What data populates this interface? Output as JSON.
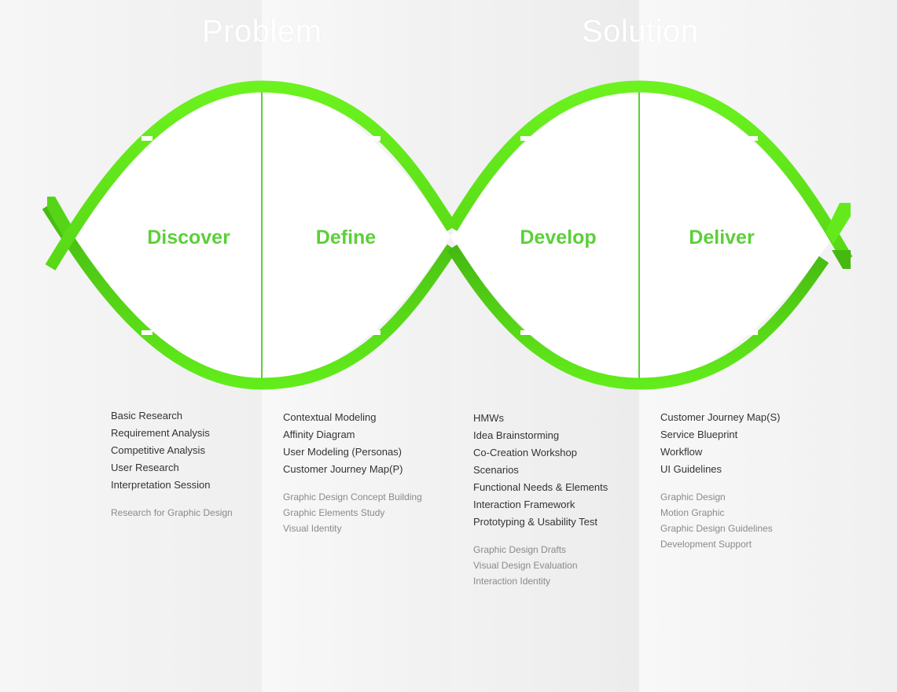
{
  "phases": {
    "problem": "Problem",
    "solution": "Solution"
  },
  "stages": {
    "discover": "Discover",
    "define": "Define",
    "develop": "Develop",
    "deliver": "Deliver"
  },
  "columns": {
    "discover": {
      "items": [
        "Basic Research",
        "Requirement Analysis",
        "Competitive Analysis",
        "User Research",
        "Interpretation Session"
      ],
      "sub_items": [
        "Research for Graphic Design"
      ]
    },
    "define": {
      "items": [
        "Contextual Modeling",
        "Affinity Diagram",
        "User Modeling (Personas)",
        "Customer Journey Map(P)"
      ],
      "sub_items": [
        "Graphic Design Concept Building",
        "Graphic Elements Study",
        "Visual Identity"
      ]
    },
    "develop": {
      "items": [
        "HMWs",
        "Idea Brainstorming",
        "Co-Creation Workshop",
        "Scenarios",
        "Functional Needs & Elements",
        "Interaction Framework",
        "Prototyping & Usability Test"
      ],
      "sub_items": [
        "Graphic Design Drafts",
        "Visual Design Evaluation",
        "Interaction Identity"
      ]
    },
    "deliver": {
      "items": [
        "Customer Journey Map(S)",
        "Service Blueprint",
        "Workflow",
        "UI Guidelines"
      ],
      "sub_items": [
        "Graphic Design",
        "Motion Graphic",
        "Graphic Design Guidelines",
        "Development Support"
      ]
    }
  },
  "colors": {
    "green_light": "#66ee22",
    "green_dark": "#44bb11",
    "label_green": "#5ccf3a"
  }
}
